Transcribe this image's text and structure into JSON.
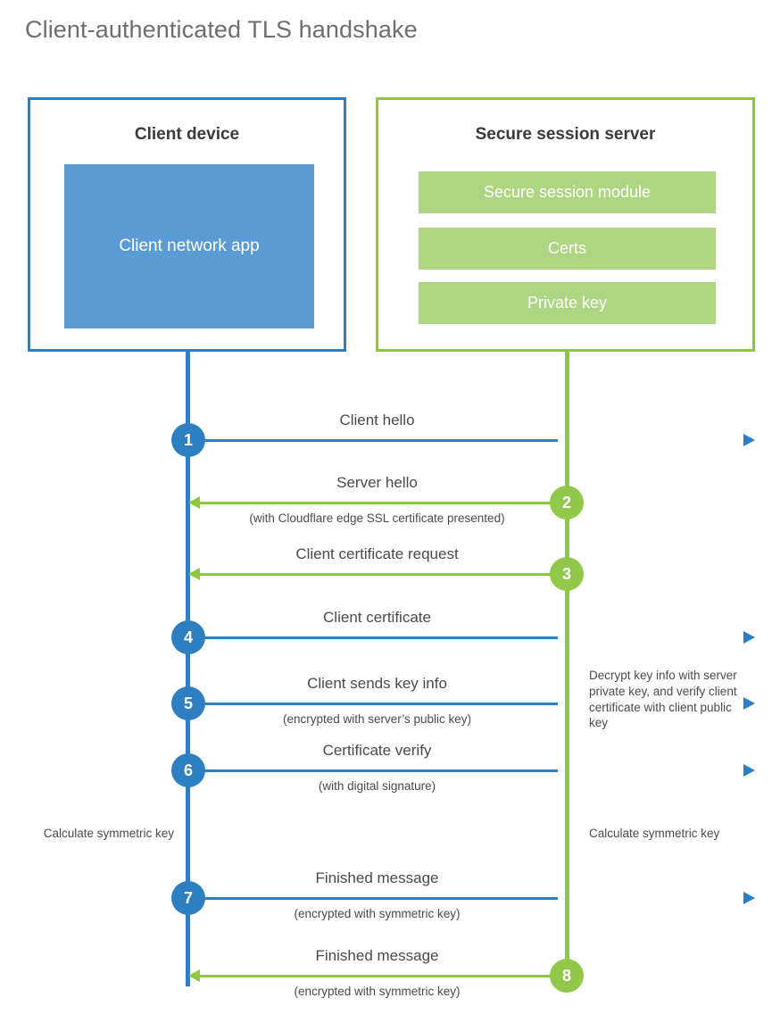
{
  "title": "Client-authenticated TLS handshake",
  "colors": {
    "client_blue": "#2e7fc1",
    "client_fill": "#5b9bd5",
    "server_green": "#8dc63f",
    "server_fill": "#aed581",
    "step_green": "#92c849",
    "text": "#4a4a4a",
    "title_text": "#6e6e6e",
    "background": "#ffffff"
  },
  "actors": {
    "client": {
      "title": "Client device",
      "component": "Client network app"
    },
    "server": {
      "title": "Secure session server",
      "components": [
        "Secure session module",
        "Certs",
        "Private key"
      ]
    }
  },
  "steps": [
    {
      "number": "1",
      "label": "Client hello",
      "sub": "",
      "direction": "client-to-server"
    },
    {
      "number": "2",
      "label": "Server hello",
      "sub": "(with Cloudflare edge SSL certificate presented)",
      "direction": "server-to-client"
    },
    {
      "number": "3",
      "label": "Client certificate request",
      "sub": "",
      "direction": "server-to-client"
    },
    {
      "number": "4",
      "label": "Client certificate",
      "sub": "",
      "direction": "client-to-server"
    },
    {
      "number": "5",
      "label": "Client sends key info",
      "sub": "(encrypted with server’s public key)",
      "direction": "client-to-server"
    },
    {
      "number": "6",
      "label": "Certificate verify",
      "sub": "(with digital signature)",
      "direction": "client-to-server"
    },
    {
      "number": "7",
      "label": "Finished message",
      "sub": "(encrypted with symmetric key)",
      "direction": "client-to-server"
    },
    {
      "number": "8",
      "label": "Finished message",
      "sub": "(encrypted with symmetric key)",
      "direction": "server-to-client"
    }
  ],
  "notes": {
    "server_decrypt": "Decrypt key info with server private key, and verify client certificate with client public key",
    "client_symmetric": "Calculate symmetric key",
    "server_symmetric": "Calculate symmetric key"
  }
}
